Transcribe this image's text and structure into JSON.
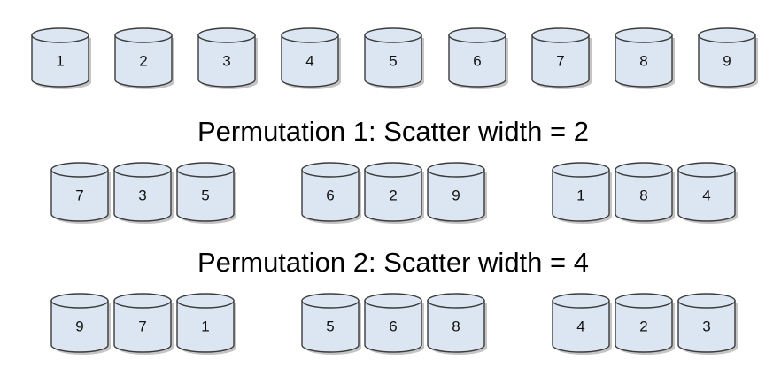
{
  "top_row": {
    "disks": [
      "1",
      "2",
      "3",
      "4",
      "5",
      "6",
      "7",
      "8",
      "9"
    ]
  },
  "permutations": [
    {
      "heading": "Permutation 1: Scatter width = 2",
      "groups": [
        [
          "7",
          "3",
          "5"
        ],
        [
          "6",
          "2",
          "9"
        ],
        [
          "1",
          "8",
          "4"
        ]
      ]
    },
    {
      "heading": "Permutation 2: Scatter width = 4",
      "groups": [
        [
          "9",
          "7",
          "1"
        ],
        [
          "5",
          "6",
          "8"
        ],
        [
          "4",
          "2",
          "3"
        ]
      ]
    }
  ],
  "colors": {
    "disk_fill": "#dce6f2",
    "disk_outline": "#3b3b3b",
    "text": "#000000"
  }
}
